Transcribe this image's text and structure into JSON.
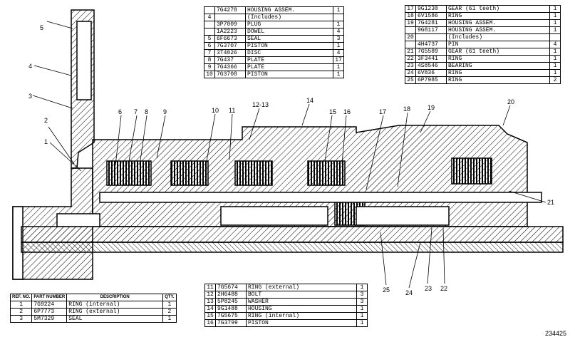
{
  "illustration_number": "234425",
  "callouts": [
    "1",
    "2",
    "3",
    "4",
    "5",
    "6",
    "7",
    "8",
    "9",
    "10",
    "11",
    "12-13",
    "14",
    "15",
    "16",
    "17",
    "18",
    "19",
    "20",
    "21",
    "22",
    "23",
    "24",
    "25"
  ],
  "tables": {
    "top_center": {
      "rows": [
        {
          "ref": "",
          "pn": "7G4278",
          "desc": "HOUSING ASSEM.",
          "qty": "1"
        },
        {
          "ref": "4",
          "pn": "",
          "desc": "(Includes)",
          "qty": ""
        },
        {
          "ref": "",
          "pn": "3P7009",
          "desc": "PLUG",
          "qty": "1"
        },
        {
          "ref": "",
          "pn": "1A2223",
          "desc": "DOWEL",
          "qty": "4"
        },
        {
          "ref": "5",
          "pn": "6F6673",
          "desc": "SEAL",
          "qty": "3"
        },
        {
          "ref": "6",
          "pn": "7G3707",
          "desc": "PISTON",
          "qty": "1"
        },
        {
          "ref": "7",
          "pn": "3T4026",
          "desc": "DISC",
          "qty": "4"
        },
        {
          "ref": "8",
          "pn": "7G437",
          "desc": "PLATE",
          "qty": "17"
        },
        {
          "ref": "9",
          "pn": "7G4366",
          "desc": "PLATE",
          "qty": "1"
        },
        {
          "ref": "10",
          "pn": "7G3708",
          "desc": "PISTON",
          "qty": "1"
        }
      ]
    },
    "top_right": {
      "rows": [
        {
          "ref": "17",
          "pn": "9G1230",
          "desc": "GEAR (61 teeth)",
          "qty": "1"
        },
        {
          "ref": "18",
          "pn": "6V1586",
          "desc": "RING",
          "qty": "1"
        },
        {
          "ref": "19",
          "pn": "7G4281",
          "desc": "HOUSING ASSEM.",
          "qty": "1"
        },
        {
          "ref": "",
          "pn": "9G8117",
          "desc": "HOUSING ASSEM.",
          "qty": "1"
        },
        {
          "ref": "20",
          "pn": "",
          "desc": "(Includes)",
          "qty": ""
        },
        {
          "ref": "",
          "pn": "4H4737",
          "desc": "PIN",
          "qty": "4"
        },
        {
          "ref": "21",
          "pn": "7G5589",
          "desc": "GEAR (61 teeth)",
          "qty": "1"
        },
        {
          "ref": "22",
          "pn": "3F3441",
          "desc": "RING",
          "qty": "1"
        },
        {
          "ref": "23",
          "pn": "4S8546",
          "desc": "BEARING",
          "qty": "1"
        },
        {
          "ref": "24",
          "pn": "6V836",
          "desc": "RING",
          "qty": "1"
        },
        {
          "ref": "25",
          "pn": "6P7985",
          "desc": "RING",
          "qty": "2"
        }
      ]
    },
    "bottom_left": {
      "headers": {
        "ref": "REF. NO.",
        "pn": "PART NUMBER",
        "desc": "DESCRIPTION",
        "qty": "QTY."
      },
      "rows": [
        {
          "ref": "1",
          "pn": "7G9224",
          "desc": "RING (internal)",
          "qty": "1"
        },
        {
          "ref": "2",
          "pn": "6P7773",
          "desc": "RING (external)",
          "qty": "2"
        },
        {
          "ref": "3",
          "pn": "5M7329",
          "desc": "SEAL",
          "qty": "1"
        }
      ]
    },
    "bottom_center": {
      "rows": [
        {
          "ref": "11",
          "pn": "7G5674",
          "desc": "RING (external)",
          "qty": "1"
        },
        {
          "ref": "12",
          "pn": "2H6488",
          "desc": "BOLT",
          "qty": "3"
        },
        {
          "ref": "13",
          "pn": "5P8245",
          "desc": "WASHER",
          "qty": "3"
        },
        {
          "ref": "14",
          "pn": "9G1488",
          "desc": "HOUSING",
          "qty": "1"
        },
        {
          "ref": "15",
          "pn": "7G5675",
          "desc": "RING (internal)",
          "qty": "1"
        },
        {
          "ref": "16",
          "pn": "7G3799",
          "desc": "PISTON",
          "qty": "1"
        }
      ]
    }
  }
}
